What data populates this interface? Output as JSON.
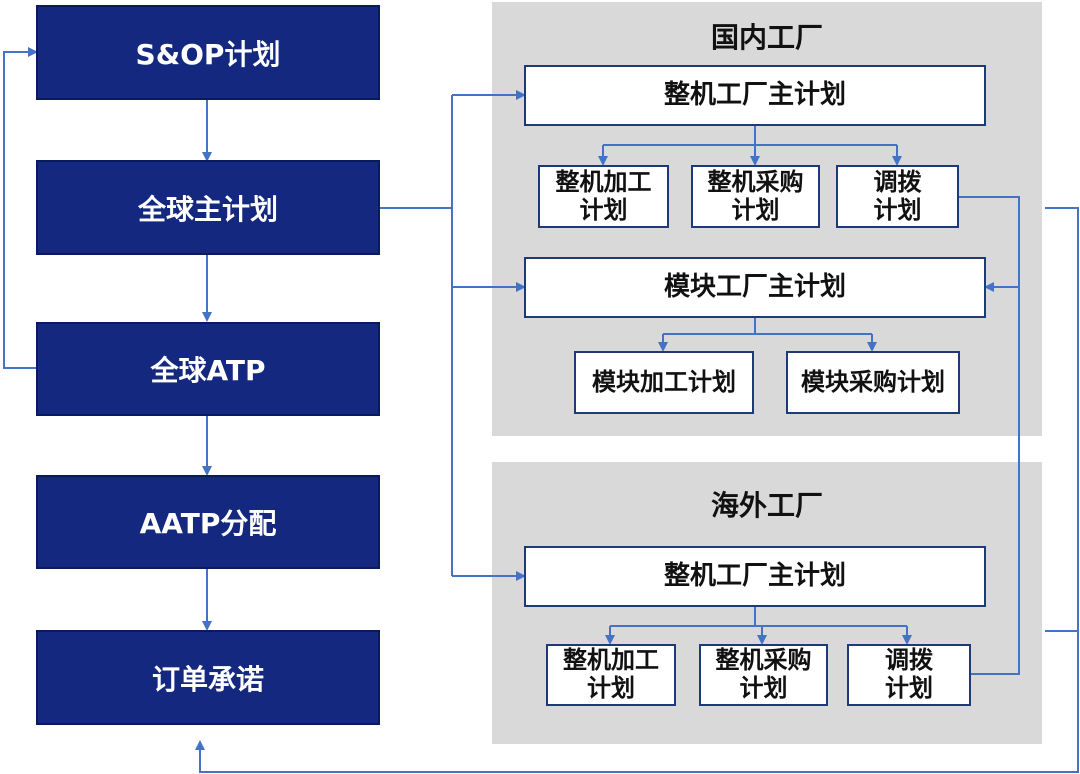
{
  "left_flow": {
    "sop": "S&OP计划",
    "global_master": "全球主计划",
    "global_atp": "全球ATP",
    "aatp": "AATP分配",
    "order_promise": "订单承诺"
  },
  "domestic": {
    "title": "国内工厂",
    "assembly_master": "整机工厂主计划",
    "assembly_processing": [
      "整机加工",
      "计划"
    ],
    "assembly_purchase": [
      "整机采购",
      "计划"
    ],
    "allocation": [
      "调拨",
      "计划"
    ],
    "module_master": "模块工厂主计划",
    "module_processing": "模块加工计划",
    "module_purchase": "模块采购计划"
  },
  "overseas": {
    "title": "海外工厂",
    "assembly_master": "整机工厂主计划",
    "assembly_processing": [
      "整机加工",
      "计划"
    ],
    "assembly_purchase": [
      "整机采购",
      "计划"
    ],
    "allocation": [
      "调拨",
      "计划"
    ]
  },
  "colors": {
    "navy_box": "#13287e",
    "panel_bg": "#d9d9d9",
    "connector": "#4472c4"
  }
}
